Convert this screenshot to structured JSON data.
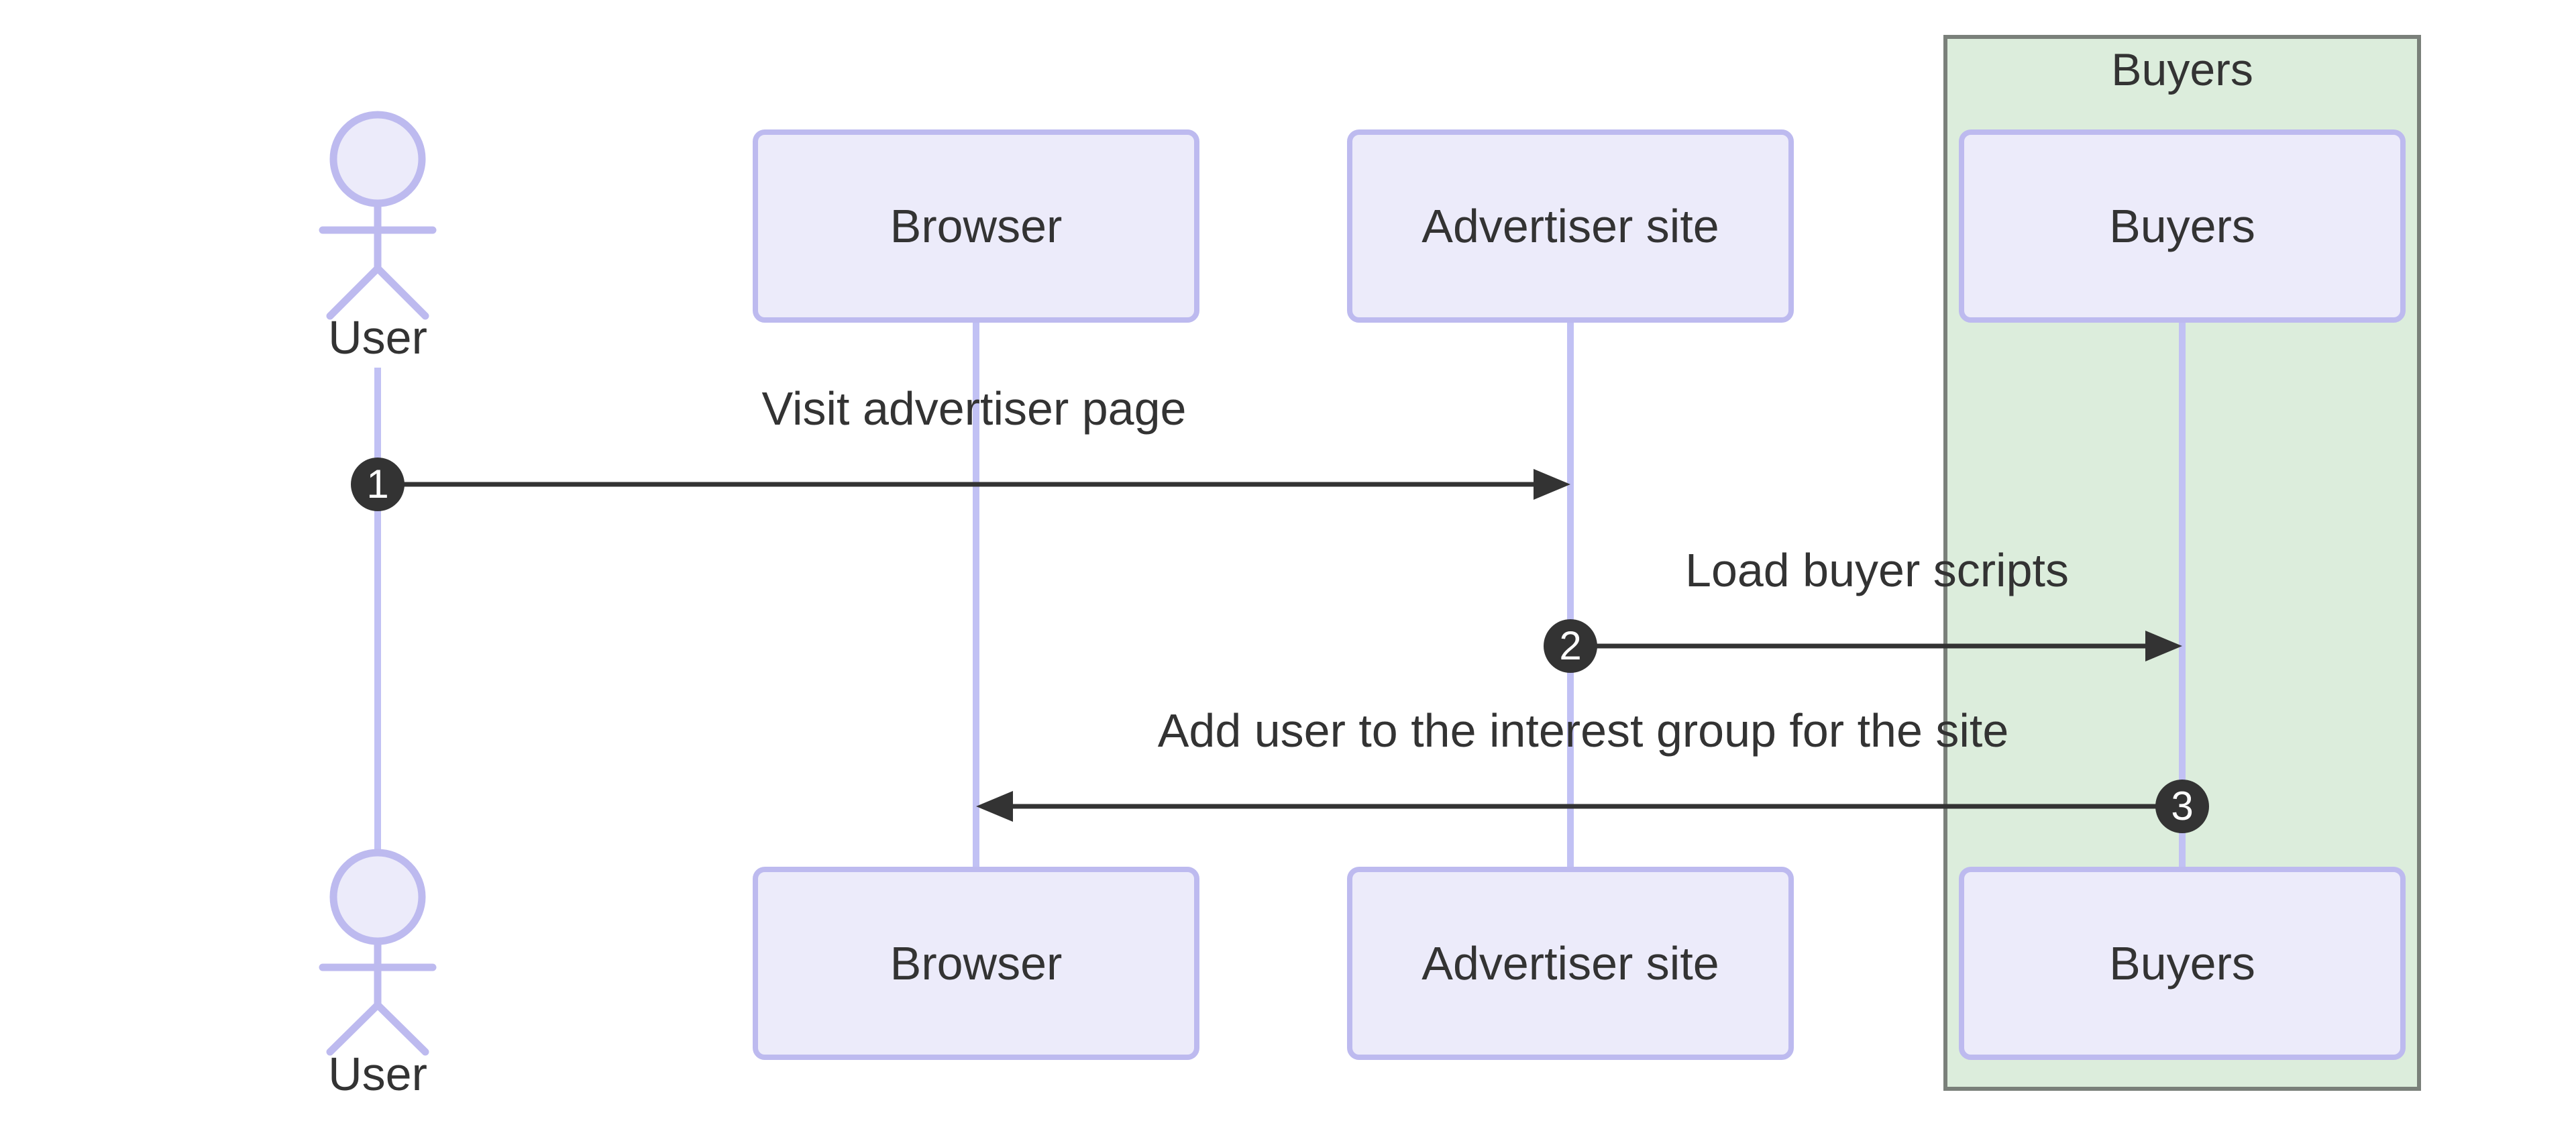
{
  "diagram": {
    "type": "sequence-diagram",
    "actor": {
      "label": "User"
    },
    "participants": [
      {
        "label": "Browser"
      },
      {
        "label": "Advertiser site"
      },
      {
        "label": "Buyers"
      }
    ],
    "group": {
      "label": "Buyers"
    },
    "messages": [
      {
        "num": "1",
        "label": "Visit advertiser page",
        "from": "User",
        "to": "Advertiser site",
        "direction": "right"
      },
      {
        "num": "2",
        "label": "Load buyer scripts",
        "from": "Advertiser site",
        "to": "Buyers",
        "direction": "right"
      },
      {
        "num": "3",
        "label": "Add user to the interest group for the site",
        "from": "Buyers",
        "to": "Browser",
        "direction": "left"
      }
    ],
    "colors": {
      "background": "#ffffff",
      "participant_fill": "#ecebfa",
      "participant_border": "#bdbaef",
      "lifeline": "#c1c1f4",
      "group_fill": "#dceddc",
      "group_border": "#7a807a",
      "text": "#333333",
      "arrow": "#333333",
      "badge_fill": "#333333",
      "badge_text": "#ffffff"
    }
  }
}
